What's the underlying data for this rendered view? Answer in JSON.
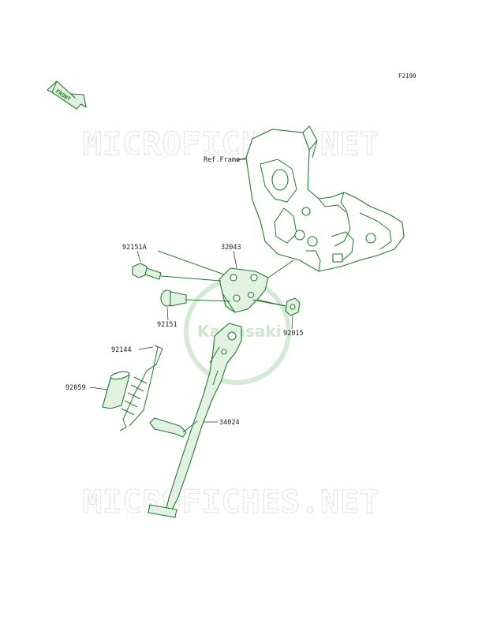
{
  "diagram": {
    "code": "F2190",
    "front_label": "FRONT",
    "reference_label": "Ref.Frame",
    "watermark": "MICROFICHES.NET",
    "brand_watermark": "Kawasaki",
    "parts": [
      {
        "number": "92151A"
      },
      {
        "number": "32043"
      },
      {
        "number": "92151"
      },
      {
        "number": "92015"
      },
      {
        "number": "92144"
      },
      {
        "number": "92059"
      },
      {
        "number": "34024"
      }
    ]
  }
}
